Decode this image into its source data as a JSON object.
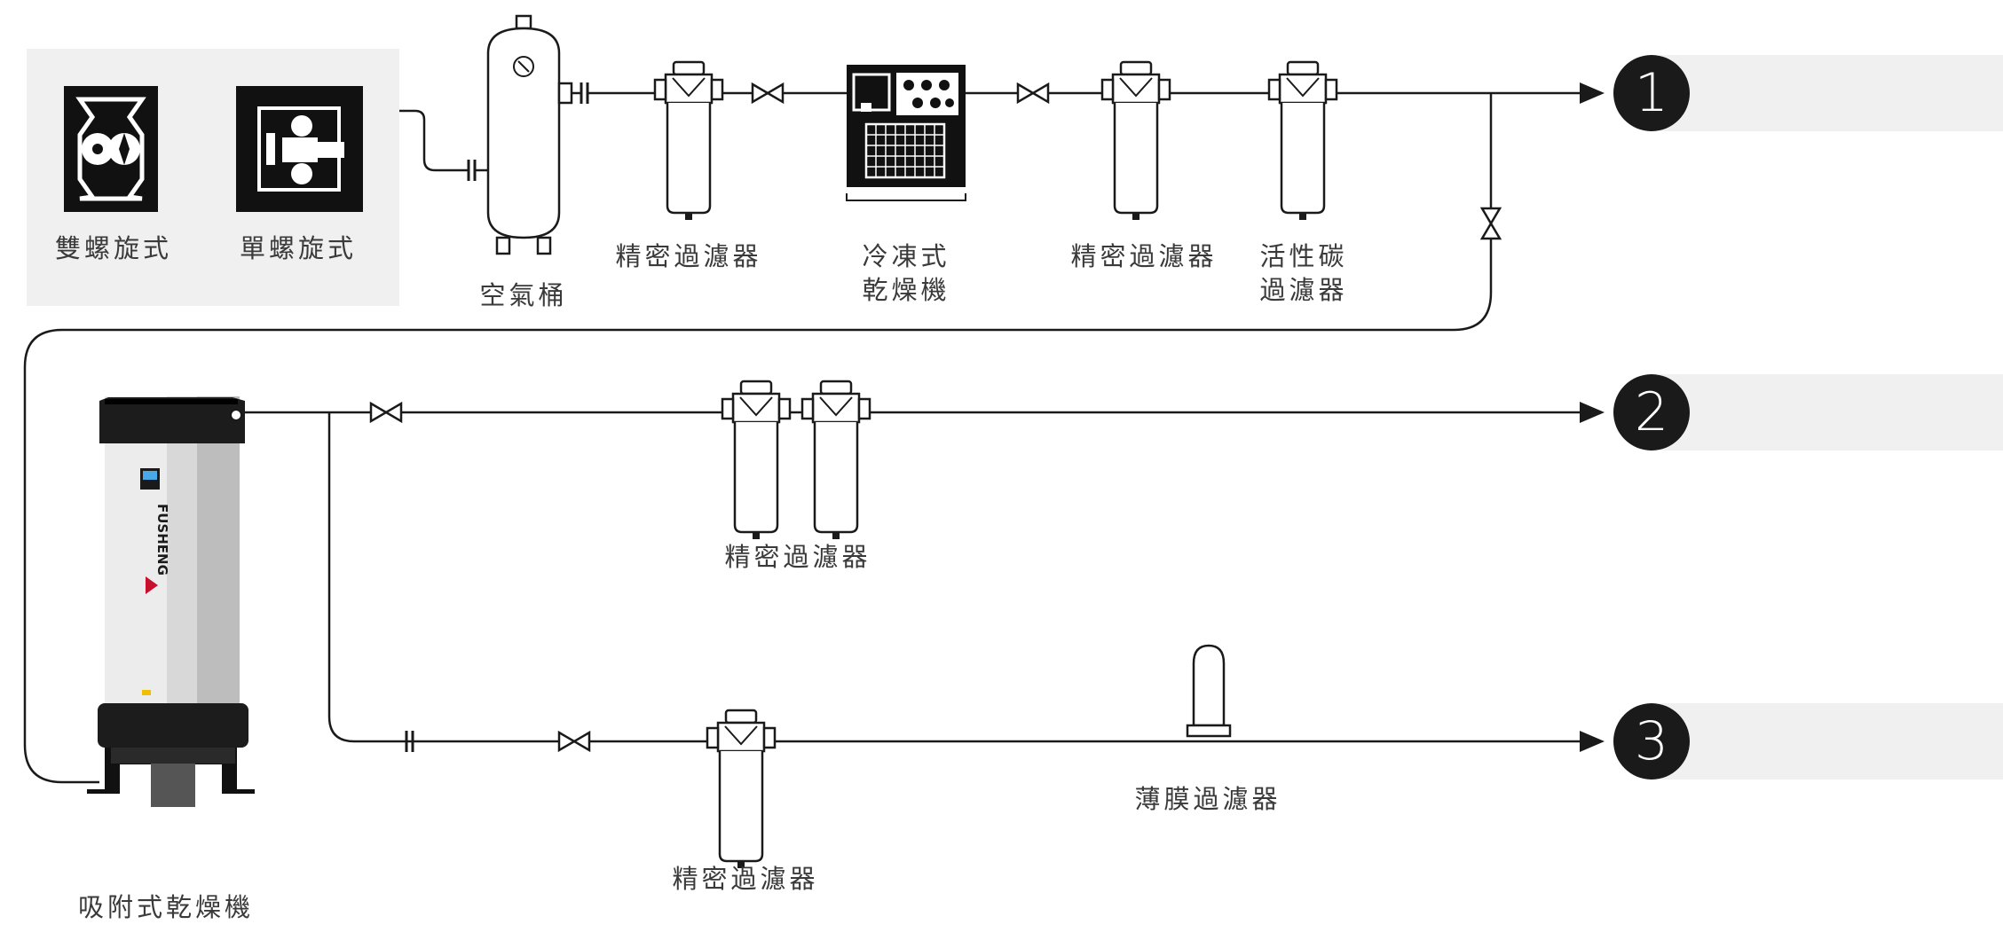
{
  "compressors": {
    "twin_screw_label": "雙螺旋式",
    "single_screw_label": "單螺旋式"
  },
  "components": {
    "tank_label": "空氣桶",
    "filter1_label": "精密過濾器",
    "refrigerated_dryer_line1": "冷凍式",
    "refrigerated_dryer_line2": "乾燥機",
    "filter2_label": "精密過濾器",
    "carbon_filter_line1": "活性碳",
    "carbon_filter_line2": "過濾器",
    "line2_filter_label": "精密過濾器",
    "line3_filter_label": "精密過濾器",
    "membrane_filter_label": "薄膜過濾器",
    "adsorption_dryer_label": "吸附式乾燥機",
    "dryer_brand": "FUSHENG"
  },
  "outlets": [
    {
      "number": "1"
    },
    {
      "number": "2"
    },
    {
      "number": "3"
    }
  ],
  "colors": {
    "line": "#1a1a1a",
    "panel": "#f0f0f0",
    "badge": "#1a1a1a",
    "brand_red": "#c8102e"
  }
}
